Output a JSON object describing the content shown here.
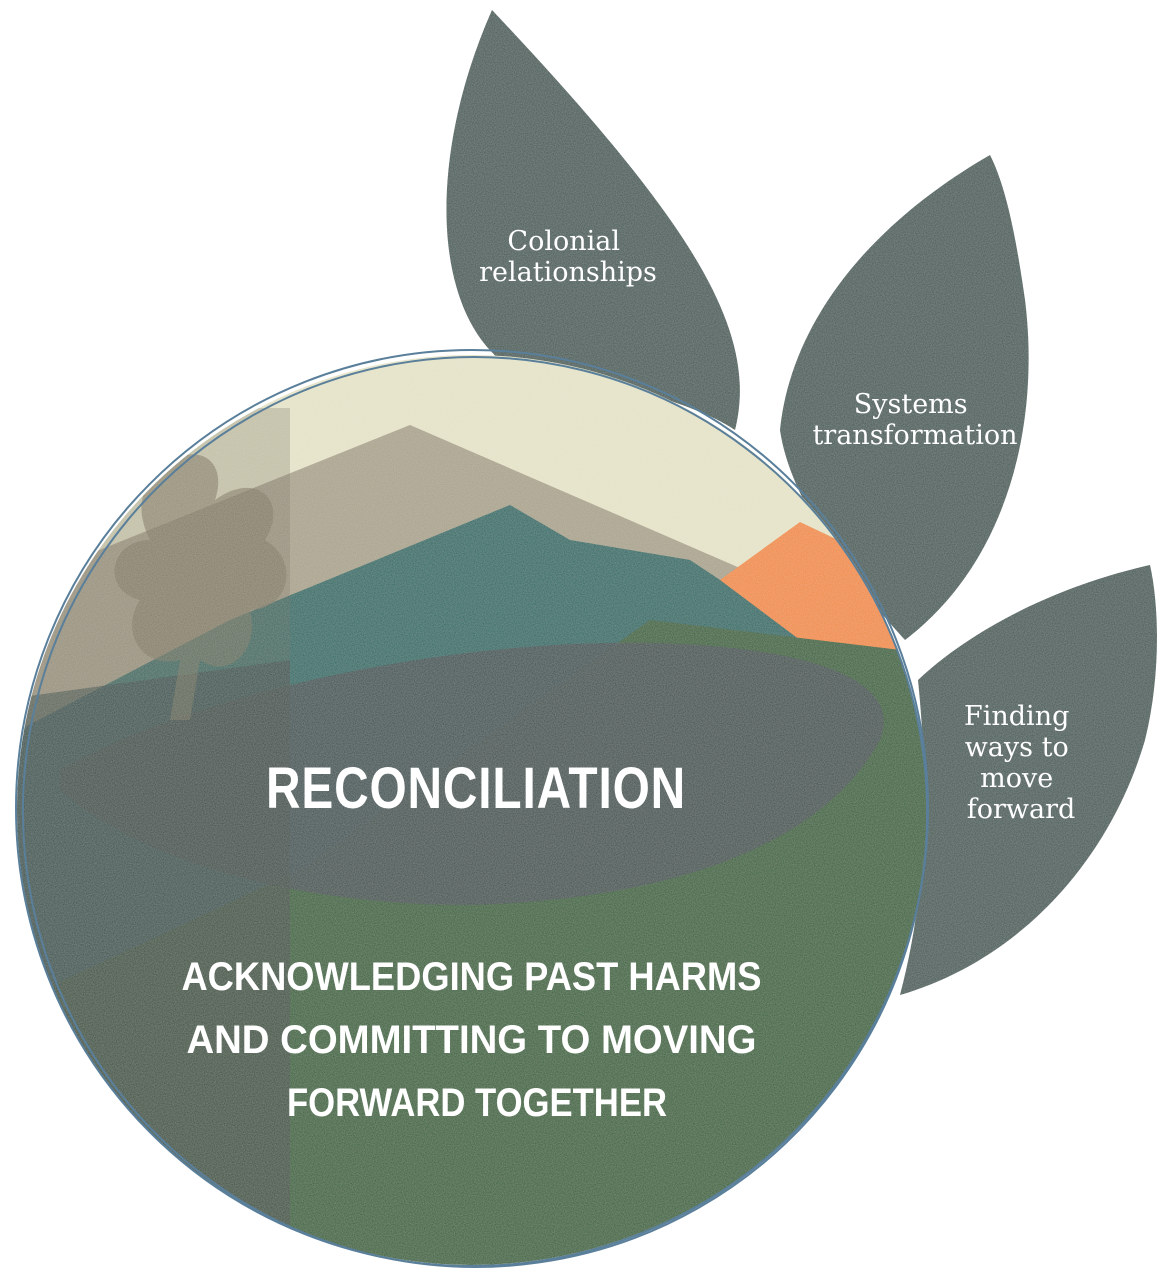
{
  "leaves": [
    {
      "id": "colonial",
      "lines": [
        "Colonial",
        "relationships"
      ]
    },
    {
      "id": "systems",
      "lines": [
        "Systems",
        "transformation"
      ]
    },
    {
      "id": "forward",
      "lines": [
        "Finding",
        "ways to",
        "move",
        "forward"
      ]
    }
  ],
  "circle": {
    "title": "RECONCILIATION",
    "subtitle_lines": [
      "ACKNOWLEDGING PAST HARMS",
      "AND COMMITTING TO MOVING",
      "FORWARD TOGETHER"
    ]
  },
  "colors": {
    "leaf": "#3f5651",
    "sky": "#e4e2c6",
    "mountain_far": "#a8a089",
    "mountain_teal": "#1f6762",
    "orange": "#f08a3a",
    "green": "#2f5e2f",
    "dark_band": "#3c4b4d",
    "outline": "#5a7f9a"
  }
}
